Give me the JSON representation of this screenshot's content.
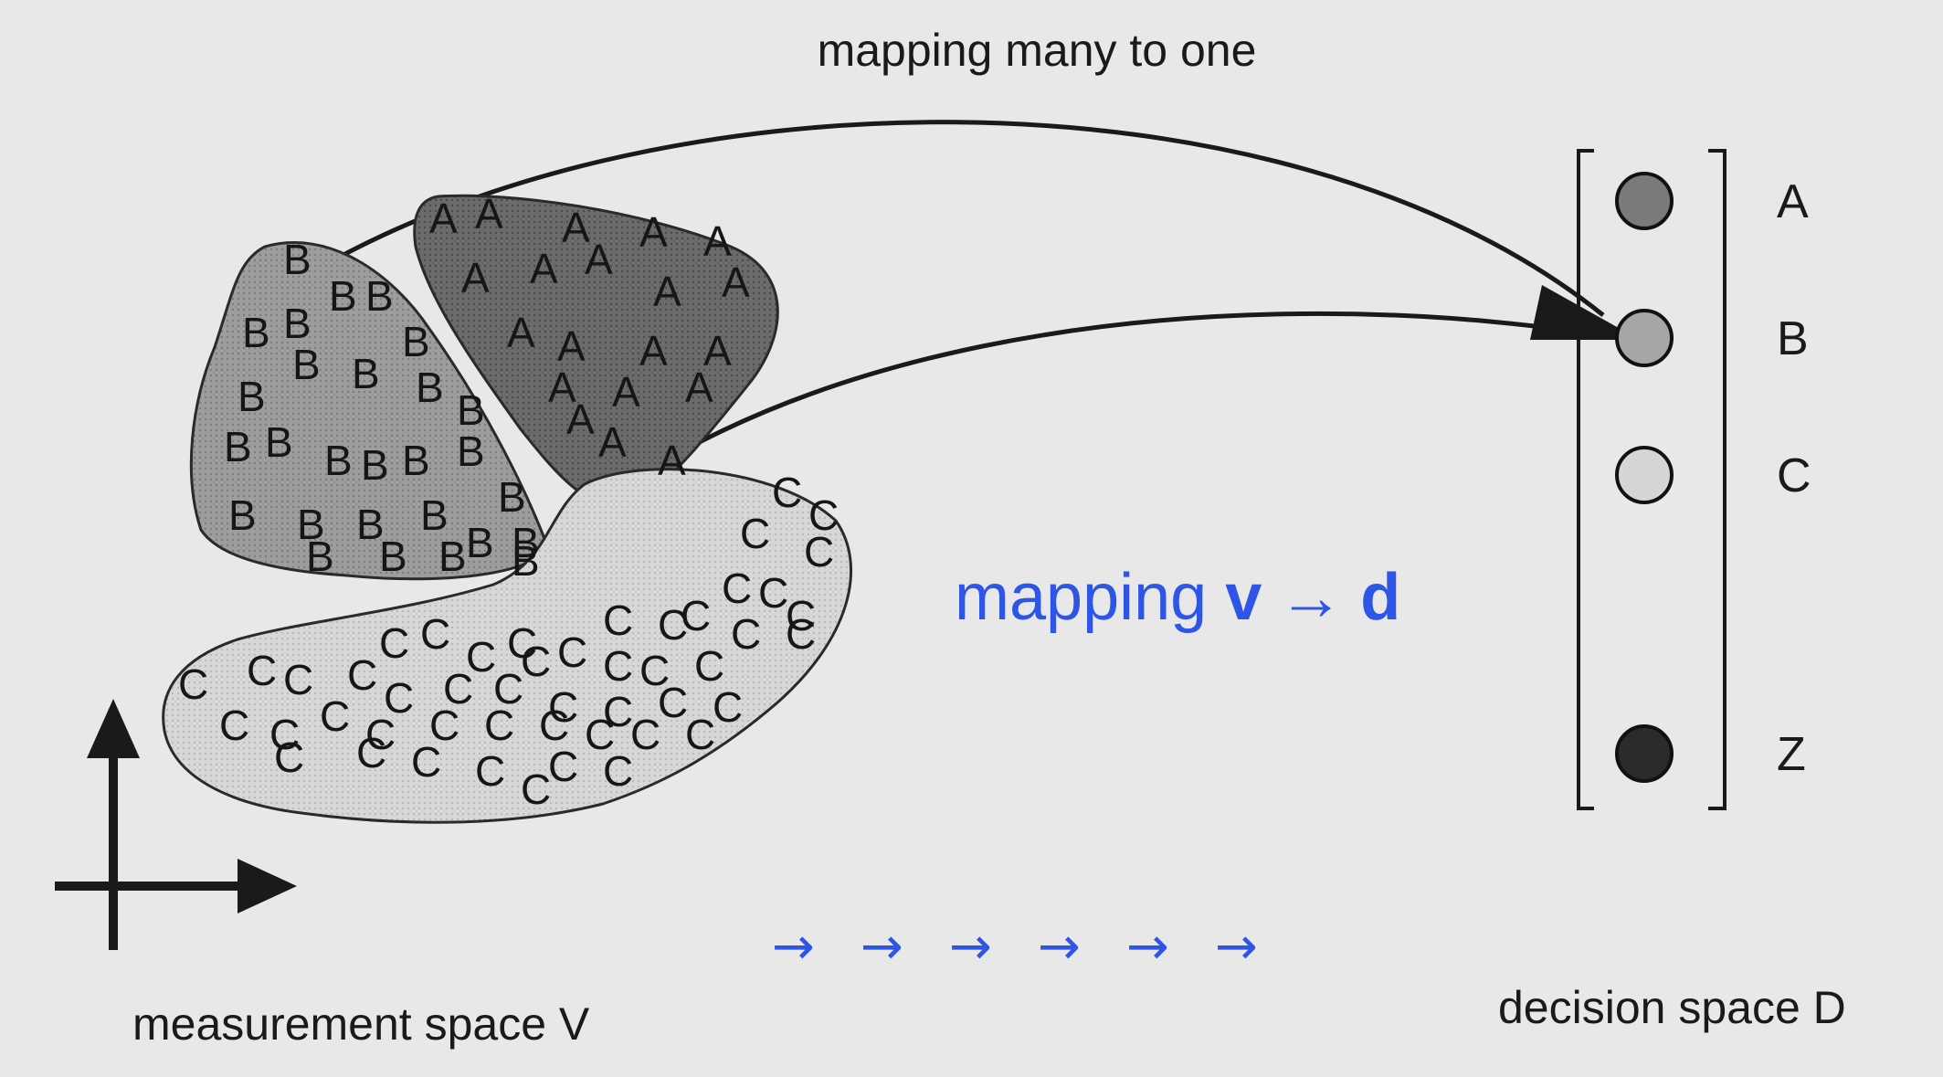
{
  "title": "mapping many to one",
  "mapping_label": {
    "prefix": "mapping ",
    "var_from": "v",
    "arrow": "→",
    "var_to": "d"
  },
  "arrow_row": [
    "→",
    "→",
    "→",
    "→",
    "→",
    "→"
  ],
  "measurement_label": "measurement space V",
  "decision_label": "decision space D",
  "decisions": [
    {
      "label": "A",
      "fill": "#7a7a7a"
    },
    {
      "label": "B",
      "fill": "#a6a6a6"
    },
    {
      "label": "C",
      "fill": "#d6d6d6"
    },
    {
      "label": "Z",
      "fill": "#2b2b2b"
    }
  ],
  "clusters": {
    "A": {
      "letter": "A",
      "fill": "#6f6f6f"
    },
    "B": {
      "letter": "B",
      "fill": "#9a9a9a"
    },
    "C": {
      "letter": "C",
      "fill": "#d4d4d4"
    }
  },
  "colors": {
    "accent": "#2d55e6",
    "ink": "#1a1a1a"
  }
}
